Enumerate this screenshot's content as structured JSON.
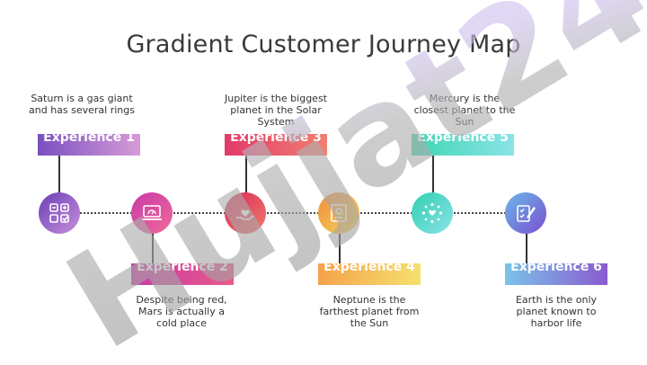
{
  "title": "Gradient Customer Journey Map",
  "watermark_text": "Hujjat24",
  "colors": {
    "exp1": [
      "#7a4fc0",
      "#d89bd8"
    ],
    "exp2": [
      "#c83aa7",
      "#e85a8a"
    ],
    "exp3": [
      "#e23a6a",
      "#f08070"
    ],
    "exp4": [
      "#f5a24a",
      "#f5e070"
    ],
    "exp5": [
      "#3fd6b0",
      "#8ae3e8"
    ],
    "exp6": [
      "#7ac3e8",
      "#8a5ad0"
    ]
  },
  "steps": [
    {
      "label": "Experience 1",
      "description": "Saturn is a gas giant and has several rings",
      "icon": "checklist-icon"
    },
    {
      "label": "Experience 2",
      "description": "Despite being red, Mars is actually a cold place",
      "icon": "laptop-gauge-icon"
    },
    {
      "label": "Experience 3",
      "description": "Jupiter is the biggest planet in the Solar System",
      "icon": "hand-heart-icon"
    },
    {
      "label": "Experience 4",
      "description": "Neptune is the farthest planet from the Sun",
      "icon": "review-board-icon"
    },
    {
      "label": "Experience 5",
      "description": "Mercury is the closest planet to the Sun",
      "icon": "heart-network-icon"
    },
    {
      "label": "Experience 6",
      "description": "Earth is the only planet known to harbor life",
      "icon": "clipboard-pen-icon"
    }
  ]
}
